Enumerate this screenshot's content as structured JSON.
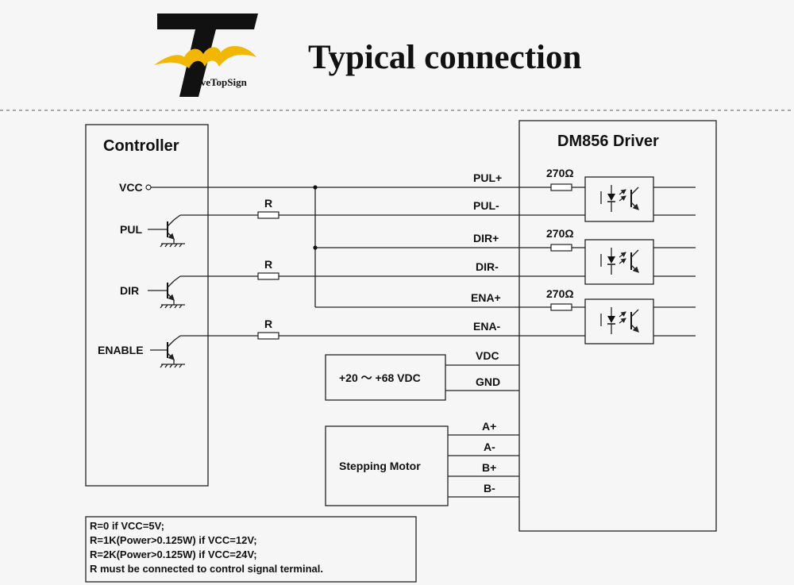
{
  "header": {
    "logo_text": "WaveTopSign",
    "title": "Typical connection"
  },
  "controller": {
    "title": "Controller",
    "vcc": "VCC",
    "pul": "PUL",
    "dir": "DIR",
    "enable": "ENABLE"
  },
  "resistor_label": "R",
  "driver": {
    "title": "DM856 Driver",
    "pul_plus": "PUL+",
    "pul_minus": "PUL-",
    "dir_plus": "DIR+",
    "dir_minus": "DIR-",
    "ena_plus": "ENA+",
    "ena_minus": "ENA-",
    "resistor_value": "270Ω"
  },
  "power": {
    "range": "+20 ～ +68 VDC",
    "vdc": "VDC",
    "gnd": "GND"
  },
  "motor": {
    "label": "Stepping Motor",
    "a_plus": "A+",
    "a_minus": "A-",
    "b_plus": "B+",
    "b_minus": "B-"
  },
  "notes": {
    "line1": "R=0 if VCC=5V;",
    "line2": "R=1K(Power>0.125W) if VCC=12V;",
    "line3": "R=2K(Power>0.125W) if VCC=24V;",
    "line4": "R must be connected to control signal terminal."
  },
  "colors": {
    "logo_black": "#111111",
    "logo_yellow": "#f2b705"
  }
}
